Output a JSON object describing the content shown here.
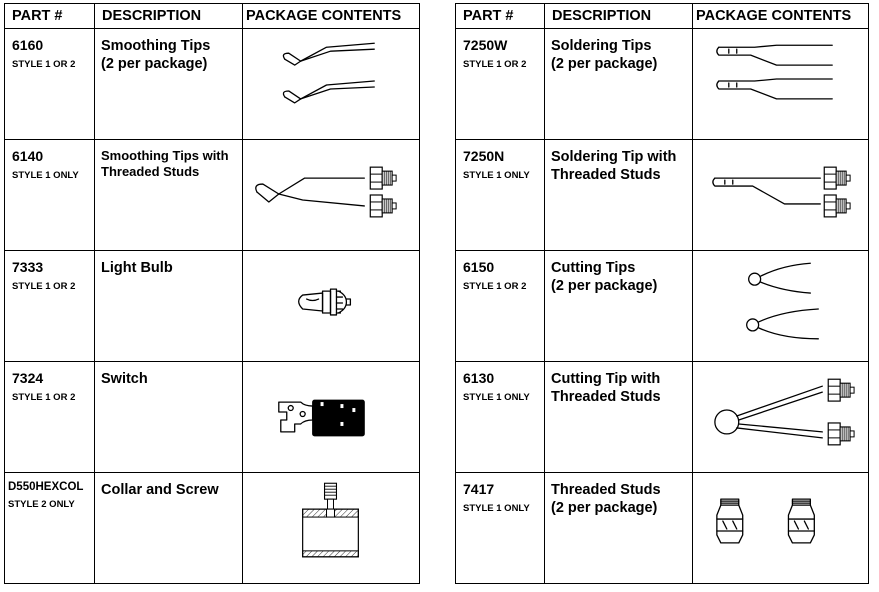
{
  "headers": {
    "part": "PART #",
    "description": "DESCRIPTION",
    "package": "PACKAGE CONTENTS"
  },
  "left_rows": [
    {
      "part": "6160",
      "style": "STYLE 1 OR 2",
      "desc1": "Smoothing Tips",
      "desc2": "(2 per package)",
      "icon": "smoothing-tips-icon"
    },
    {
      "part": "6140",
      "style": "STYLE 1 ONLY",
      "desc1": "Smoothing Tips with",
      "desc2": "Threaded Studs",
      "icon": "smoothing-tip-threaded-studs-icon"
    },
    {
      "part": "7333",
      "style": "STYLE 1 OR 2",
      "desc1": "Light Bulb",
      "desc2": "",
      "icon": "light-bulb-icon"
    },
    {
      "part": "7324",
      "style": "STYLE 1 OR 2",
      "desc1": "Switch",
      "desc2": "",
      "icon": "switch-icon"
    },
    {
      "part": "D550HEXCOL",
      "style": "STYLE 2 ONLY",
      "desc1": "Collar and Screw",
      "desc2": "",
      "icon": "collar-and-screw-icon"
    }
  ],
  "right_rows": [
    {
      "part": "7250W",
      "style": "STYLE 1 OR 2",
      "desc1": "Soldering Tips",
      "desc2": "(2 per package)",
      "icon": "soldering-tips-icon"
    },
    {
      "part": "7250N",
      "style": "STYLE 1 ONLY",
      "desc1": "Soldering Tip with",
      "desc2": "Threaded Studs",
      "icon": "soldering-tip-threaded-studs-icon"
    },
    {
      "part": "6150",
      "style": "STYLE 1 OR 2",
      "desc1": "Cutting Tips",
      "desc2": "(2 per package)",
      "icon": "cutting-tips-icon"
    },
    {
      "part": "6130",
      "style": "STYLE 1 ONLY",
      "desc1": "Cutting Tip with",
      "desc2": "Threaded Studs",
      "icon": "cutting-tip-threaded-studs-icon"
    },
    {
      "part": "7417",
      "style": "STYLE 1 ONLY",
      "desc1": "Threaded Studs",
      "desc2": "(2 per package)",
      "icon": "threaded-studs-icon"
    }
  ]
}
